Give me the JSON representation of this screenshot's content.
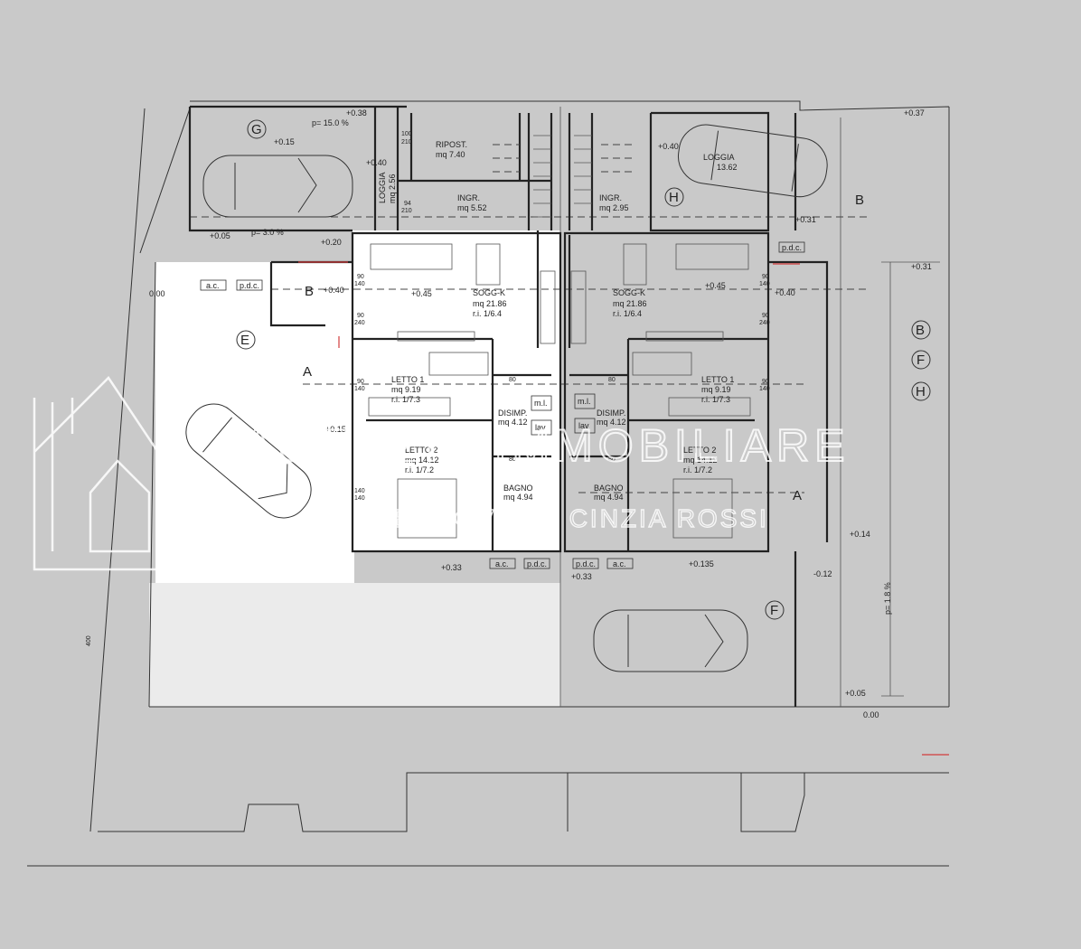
{
  "colors": {
    "background": "#c9c9c9",
    "left_unit": "#ffffff",
    "garden": "#e9e9e9",
    "accent_red": "#d23c3c"
  },
  "zones": {
    "G": "G",
    "H": "H",
    "E": "E",
    "F": "F",
    "B": "B",
    "F2": "F",
    "H2": "H"
  },
  "sections": {
    "A_left": "A",
    "A_right": "A",
    "B_left": "B",
    "B_right": "B"
  },
  "slopes": {
    "p15": "p= 15.0 %",
    "p3": "p= 3.0 %",
    "p18": "p= 1.8 %"
  },
  "elevations": [
    "+0.38",
    "+0.15",
    "+0.40",
    "+0.05",
    "+0.20",
    "0.00",
    "+0.40",
    "+0.45",
    "+0.15",
    "+0.33",
    "+0.33",
    "+0.135",
    "+0.37",
    "+0.40",
    "+0.31",
    "+0.31",
    "+0.40",
    "+0.45",
    "+0.14",
    "-0.12",
    "+0.05",
    "0.00"
  ],
  "rooms": {
    "ripost": {
      "name": "RIPOST.",
      "area": "mq  7.40"
    },
    "loggia_l": {
      "name": "LOGGIA",
      "area": "mq 2.56"
    },
    "ingr_l": {
      "name": "INGR.",
      "area": "mq  5.52"
    },
    "ingr_r": {
      "name": "INGR.",
      "area": "mq  2.95"
    },
    "loggia_r": {
      "name": "LOGGIA",
      "area": "13.62"
    },
    "sogg_l": {
      "name": "SOGG-K",
      "area": "mq  21.86",
      "ri": "r.i.   1/6.4"
    },
    "sogg_r": {
      "name": "SOGG-K",
      "area": "mq  21.86",
      "ri": "r.i.   1/6.4"
    },
    "letto1_l": {
      "name": "LETTO 1",
      "area": "mq  9.19",
      "ri": "r.i.   1/7.3"
    },
    "letto1_r": {
      "name": "LETTO 1",
      "area": "mq  9.19",
      "ri": "r.i.   1/7.3"
    },
    "letto2_l": {
      "name": "LETTO 2",
      "area": "mq  14.12",
      "ri": "r.i.   1/7.2"
    },
    "letto2_r": {
      "name": "LETTO 2",
      "area": "mq  14.12",
      "ri": "r.i.   1/7.2"
    },
    "disimp_l": {
      "name": "DISIMP.",
      "area": "mq  4.12"
    },
    "disimp_r": {
      "name": "DISIMP.",
      "area": "mq  4.12"
    },
    "bagno_l": {
      "name": "BAGNO",
      "area": "mq  4.94"
    },
    "bagno_r": {
      "name": "BAGNO",
      "area": "mq  4.94"
    }
  },
  "equipment": {
    "ac": "a.c.",
    "pdc": "p.d.c.",
    "ml": "m.l.",
    "lav": "lav"
  },
  "openings": {
    "d100": "100",
    "d210": "210",
    "d94": "94",
    "d90": "90",
    "d140": "140",
    "d240": "240",
    "d80": "80",
    "d400": "400"
  },
  "watermark": {
    "line1": "AGENZIA IMMOBILIARE",
    "line2": "PONTENUOVO DI CINZIA ROSSI"
  }
}
